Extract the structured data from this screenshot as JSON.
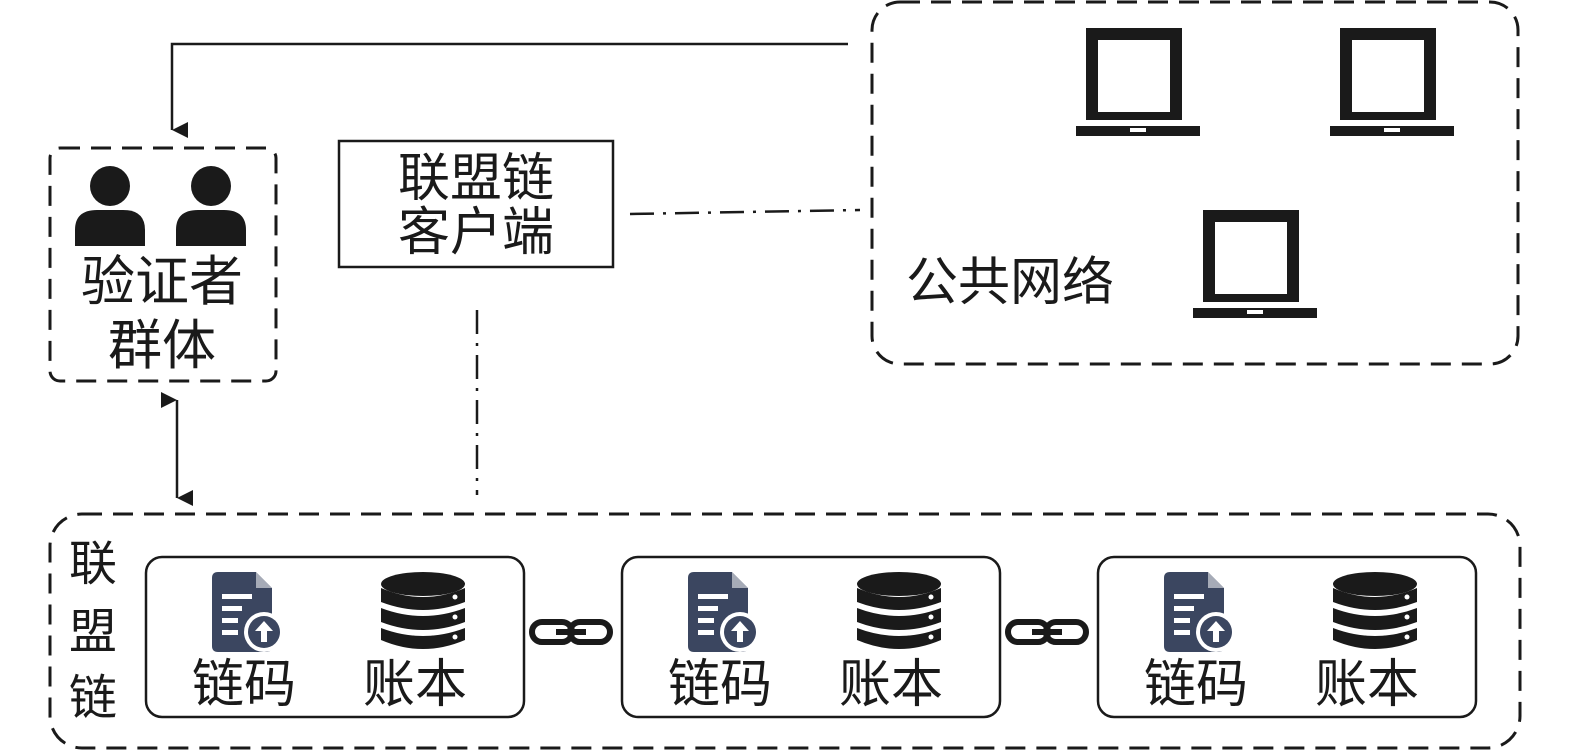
{
  "client": {
    "line1": "联盟链",
    "line2": "客户端"
  },
  "validators": {
    "line1": "验证者",
    "line2": "群体"
  },
  "public_network": {
    "label": "公共网络",
    "laptop_count": 3
  },
  "consortium": {
    "label_chars": [
      "联",
      "盟",
      "链"
    ],
    "nodes": [
      {
        "chaincode": "链码",
        "ledger": "账本"
      },
      {
        "chaincode": "链码",
        "ledger": "账本"
      },
      {
        "chaincode": "链码",
        "ledger": "账本"
      }
    ]
  },
  "colors": {
    "line": "#1a1a1a",
    "icon_blue": "#3b4660"
  }
}
